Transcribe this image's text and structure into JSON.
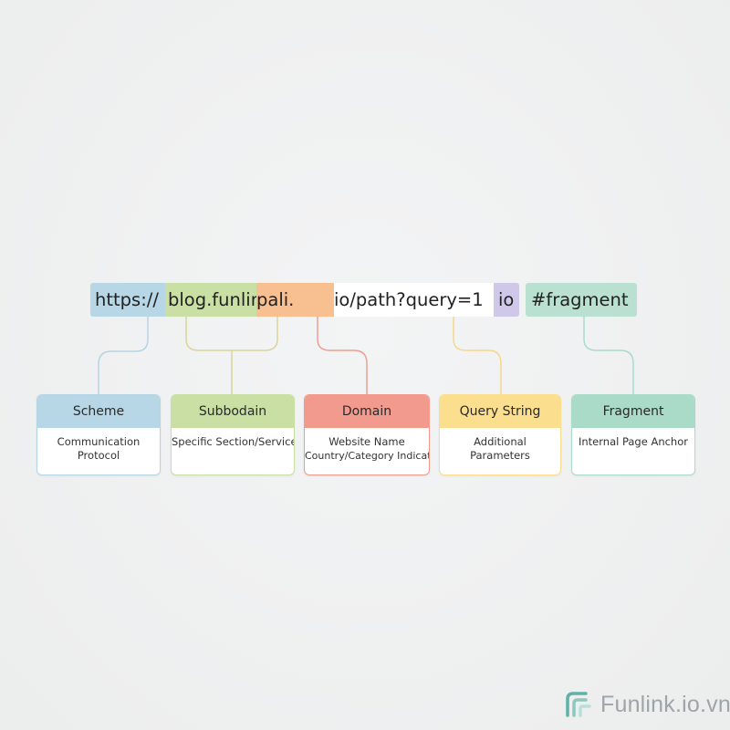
{
  "url_bar": {
    "scheme": "https://",
    "subdomain": "blog.funlink.io/",
    "domain": "pali.",
    "path": "io/path?query=1",
    "tld": "io",
    "fragment": "#fragment"
  },
  "cards": [
    {
      "title": "Scheme",
      "lines": [
        "Communication",
        "Protocol"
      ],
      "color": "#b7d7e6"
    },
    {
      "title": "Subbodain",
      "lines": [
        "Specific Section/Service"
      ],
      "color": "#c9dfa4"
    },
    {
      "title": "Domain",
      "lines": [
        "Website Name",
        "Country/Category Indicator"
      ],
      "color": "#f29a8d"
    },
    {
      "title": "Query String",
      "lines": [
        "Additional",
        "Parameters"
      ],
      "color": "#fbdf8e"
    },
    {
      "title": "Fragment",
      "lines": [
        "Internal Page Anchor"
      ],
      "color": "#a9dbc8"
    }
  ],
  "logo": {
    "icon": "funlink-logo-icon",
    "text": "Funlink.io.vn",
    "color": "#5fb3a6"
  }
}
